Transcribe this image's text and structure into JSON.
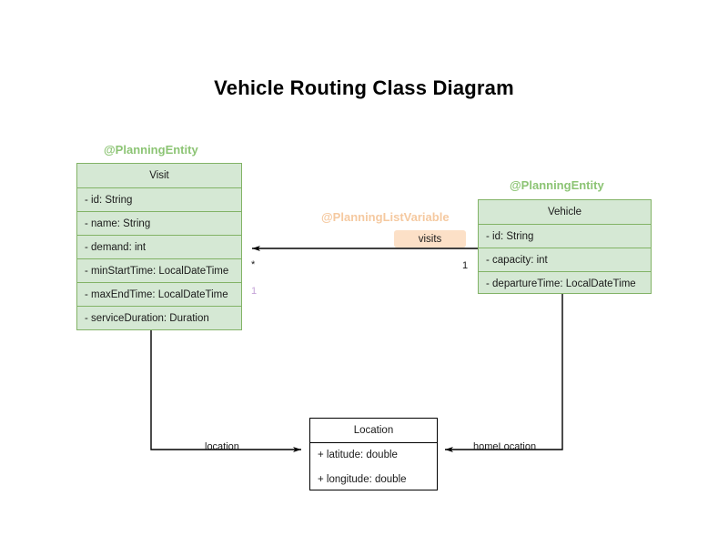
{
  "diagram": {
    "title": "Vehicle Routing Class Diagram",
    "type": "uml-class-diagram",
    "colors": {
      "entity_fill": "#d5e8d4",
      "entity_border": "#82b366",
      "stereotype_green": "#8cc474",
      "stereotype_orange": "#f5c9a0",
      "badge_fill": "#fce0c7",
      "plain_fill": "#ffffff",
      "plain_border": "#000000",
      "multiplicity_purple": "#c5a3d8",
      "line": "#000000",
      "background": "#ffffff"
    }
  },
  "classes": [
    {
      "id": "visit",
      "name": "Visit",
      "stereotype": "@PlanningEntity",
      "stereotype_color": "green",
      "styled": "entity",
      "attributes": [
        "- id: String",
        "- name: String",
        "- demand: int",
        "- minStartTime: LocalDateTime",
        "- maxEndTime: LocalDateTime",
        "- serviceDuration: Duration"
      ]
    },
    {
      "id": "vehicle",
      "name": "Vehicle",
      "stereotype": "@PlanningEntity",
      "stereotype_color": "green",
      "styled": "entity",
      "attributes": [
        "- id: String",
        "- capacity: int",
        "- departureTime: LocalDateTime"
      ]
    },
    {
      "id": "location",
      "name": "Location",
      "stereotype": null,
      "styled": "plain",
      "attributes": [
        "+ latitude: double",
        "+ longitude: double"
      ]
    }
  ],
  "annotations": {
    "planning_list_variable": "@PlanningListVariable"
  },
  "relationships": [
    {
      "id": "vehicle-visits",
      "from": "vehicle",
      "to": "visit",
      "label": "visits",
      "label_style": "badge",
      "source_multiplicity": "1",
      "target_multiplicity": "*",
      "arrow": "open"
    },
    {
      "id": "visit-location",
      "from": "visit",
      "to": "location",
      "label": "location",
      "label_style": "plain",
      "source_multiplicity": "1",
      "target_multiplicity": "",
      "arrow": "open"
    },
    {
      "id": "vehicle-homelocation",
      "from": "vehicle",
      "to": "location",
      "label": "homeLocation",
      "label_style": "plain",
      "source_multiplicity": "",
      "target_multiplicity": "",
      "arrow": "open"
    }
  ],
  "multiplicity_marks": {
    "visit_star": "*",
    "visit_one": "1",
    "vehicle_one": "1"
  }
}
